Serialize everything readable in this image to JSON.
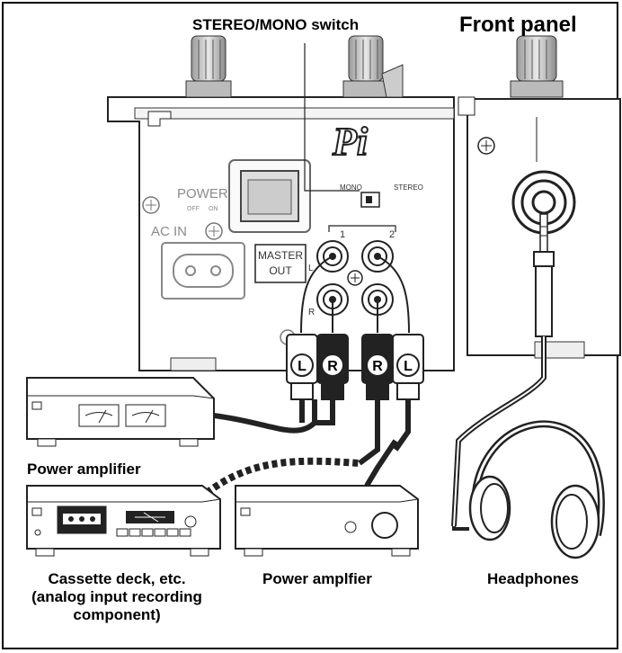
{
  "labels": {
    "stereo_mono_switch": "STEREO/MONO switch",
    "front_panel": "Front panel",
    "power_amplifier_left": "Power amplifier",
    "cassette_line1": "Cassette deck, etc.",
    "cassette_line2": "(analog input recording",
    "cassette_line3": "component)",
    "power_amplifier_right": "Power amplfier",
    "headphones": "Headphones"
  },
  "panel_text": {
    "logo": "Pi",
    "mono": "MONO",
    "stereo": "STEREO",
    "power": "POWER",
    "off": "OFF",
    "on": "ON",
    "ac_in": "AC IN",
    "master": "MASTER",
    "out": "OUT",
    "ch1": "1",
    "ch2": "2",
    "l": "L",
    "r": "R"
  },
  "plug_labels": {
    "plug1": "L",
    "plug2": "R",
    "plug3": "R",
    "plug4": "L"
  }
}
